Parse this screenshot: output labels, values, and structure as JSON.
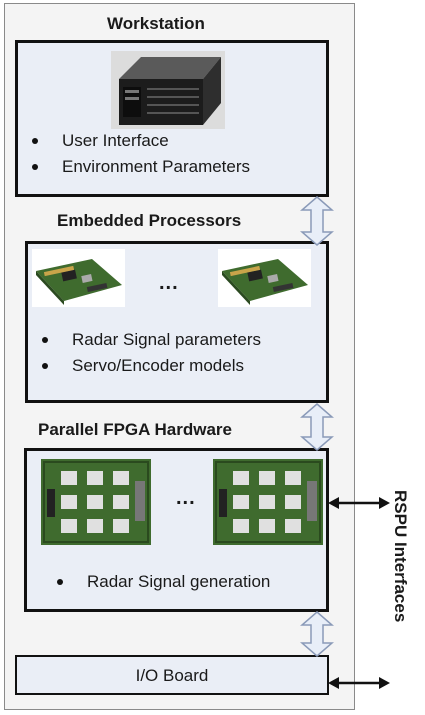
{
  "diagram": {
    "workstation": {
      "title": "Workstation",
      "bullets": [
        "User Interface",
        "Environment Parameters"
      ]
    },
    "embedded": {
      "title": "Embedded Processors",
      "ellipsis": "...",
      "bullets": [
        "Radar Signal parameters",
        "Servo/Encoder models"
      ]
    },
    "fpga": {
      "title": "Parallel FPGA Hardware",
      "ellipsis": "...",
      "bullets": [
        "Radar Signal generation"
      ]
    },
    "io_board": {
      "label": "I/O Board"
    },
    "side_label": "RSPU Interfaces",
    "colors": {
      "panel_fill": "#eaeef6",
      "arrow_fill": "#e8eef8",
      "arrow_stroke": "#8a9ab8",
      "board_green": "#3f6b2e"
    }
  }
}
